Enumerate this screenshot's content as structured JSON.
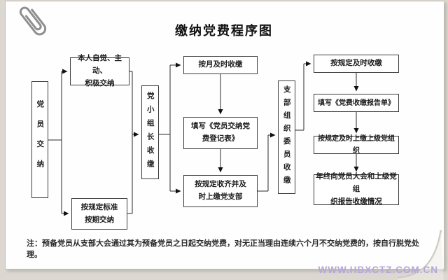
{
  "title": "缴纳党费程序图",
  "boxes": {
    "member": "党员交纳",
    "self_pay": "本人自觉、主动、\n积极交纳",
    "standard_pay": "按规定标准\n按期交纳",
    "group_leader": "党小组长收缴",
    "monthly_collect": "按月及时收缴",
    "fill_register": "填写《党员交纳党\n费登记表》",
    "submit_branch": "按规定收齐并及\n时上缴党支部",
    "committee": "支部组织委员收缴",
    "timely_collect": "按规定及时收缴",
    "fill_report": "填写《党费收缴报告单》",
    "submit_higher": "按规定及时上缴上级党组织",
    "year_end_report": "年终向党员大会和上级党组\n织报告收缴情况"
  },
  "note": "注：预备党员从支部大会通过其为预备党员之日起交纳党费，对无正当理由连续六个月不交纳党费的，按自行脱党处理。",
  "watermark": "WWW.HBXCTZ.COM.CN",
  "decorations": [
    "paperclip-icon",
    "page-curl"
  ],
  "colors": {
    "watermark": "#b4a7da",
    "connector_line": "#2a2a2a",
    "box_border": "#3c3c3c",
    "sheet_background": "#fefefe",
    "page_background": "#dcd8d1"
  }
}
